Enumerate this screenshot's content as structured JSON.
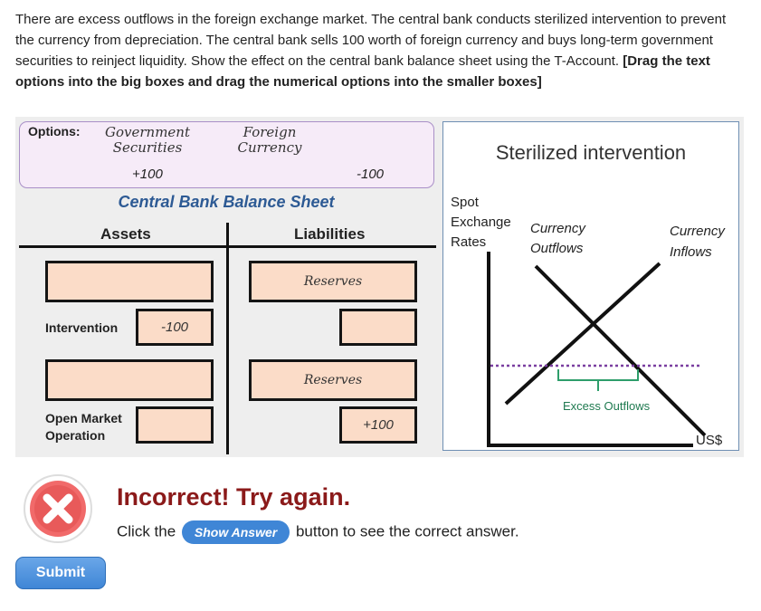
{
  "question": {
    "text": "There are excess outflows in the foreign exchange market. The central bank conducts sterilized intervention to prevent the currency from depreciation. The central bank sells 100 worth of foreign currency and buys long-term government securities to reinject liquidity. Show the effect on the central bank balance sheet using the T-Account. ",
    "instruction": "[Drag the text options into the big boxes and drag the numerical options into the smaller boxes]"
  },
  "options": {
    "label": "Options:",
    "text_options": [
      "Government Securities",
      "Foreign Currency"
    ],
    "gov_line1": "Government",
    "gov_line2": "Securities",
    "for_line1": "Foreign",
    "for_line2": "Currency",
    "num_pos": "+100",
    "num_neg": "-100"
  },
  "balance_sheet": {
    "title": "Central Bank Balance Sheet",
    "assets_header": "Assets",
    "liabilities_header": "Liabilities",
    "row_intervention": "Intervention",
    "row_omo_line1": "Open Market",
    "row_omo_line2": "Operation",
    "asset_box1": "",
    "asset_num1": "-100",
    "asset_box2": "",
    "asset_num2": "",
    "liab_box1": "Reserves",
    "liab_num1": "",
    "liab_box2": "Reserves",
    "liab_num2": "+100"
  },
  "chart": {
    "title": "Sterilized intervention",
    "ylabel_line1": "Spot",
    "ylabel_line2": "Exchange",
    "ylabel_line3": "Rates",
    "curve1_line1": "Currency",
    "curve1_line2": "Outflows",
    "curve2_line1": "Currency",
    "curve2_line2": "Inflows",
    "gap_label": "Excess Outflows",
    "xlabel": "US$",
    "colors": {
      "axis": "#111111",
      "dotted": "#7a3fa0",
      "bracket": "#2e9e6b",
      "gap_text": "#1f7a50"
    }
  },
  "feedback": {
    "title": "Incorrect! Try again.",
    "text_before": "Click the",
    "button_label": "Show Answer",
    "text_after": "button to see the correct answer.",
    "icon": "x-circle-icon"
  },
  "submit_label": "Submit"
}
